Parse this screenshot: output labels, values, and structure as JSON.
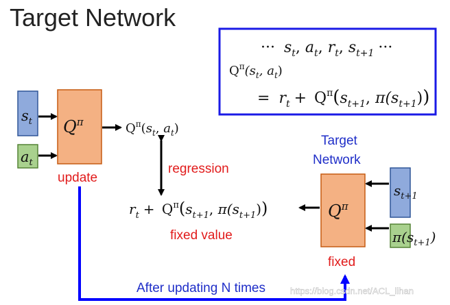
{
  "slide": {
    "title": "Target Network"
  },
  "formula_box": {
    "sequence": {
      "lead": "···",
      "terms": [
        "s",
        "a",
        "r",
        "s"
      ],
      "subs": [
        "t",
        "t",
        "t",
        "t+1"
      ],
      "trail": "···"
    },
    "q_line": {
      "Q": "Q",
      "pi": "π",
      "args": "(s",
      "sub1": "t",
      "comma": ", a",
      "sub2": "t",
      "close": ")"
    },
    "rhs": {
      "eq": "=",
      "r": "r",
      "r_sub": "t",
      "plus": "+",
      "Q": "Q",
      "pi": "π",
      "s": "s",
      "s_sub": "t+1",
      "inner": "π(s",
      "inner_sub": "t+1"
    }
  },
  "left_network": {
    "state": {
      "var": "s",
      "sub": "t"
    },
    "action": {
      "var": "a",
      "sub": "t"
    },
    "q": {
      "Q": "Q",
      "pi": "π"
    },
    "status": "update",
    "output": {
      "Q": "Q",
      "pi": "π",
      "s": "s",
      "s_sub": "t",
      "a": "a",
      "a_sub": "t"
    }
  },
  "regression_label": "regression",
  "target_expression": {
    "r": "r",
    "r_sub": "t",
    "plus": "+",
    "Q": "Q",
    "pi": "π",
    "s": "s",
    "s_sub": "t+1",
    "inner": "π(s",
    "inner_sub": "t+1",
    "caption": "fixed value"
  },
  "target_network": {
    "title_line1": "Target",
    "title_line2": "Network",
    "q": {
      "Q": "Q",
      "pi": "π"
    },
    "status": "fixed",
    "next_state": {
      "var": "s",
      "sub": "t+1"
    },
    "policy_input": {
      "pi": "π(s",
      "sub": "t+1",
      "close": ")"
    }
  },
  "sync_label": "After updating N times",
  "watermark": "https://blog.csdn.net/ACL_lihan",
  "colors": {
    "box_border": "#1a1ae6",
    "red_text": "#e11b1b",
    "blue_text": "#1f2ec8",
    "q_fill": "#f4b183",
    "q_stroke": "#c55a11",
    "state_fill": "#8faadc",
    "state_stroke": "#2f5597",
    "action_fill": "#a9d18e",
    "action_stroke": "#548235",
    "arrow_blue": "#0000ff"
  }
}
